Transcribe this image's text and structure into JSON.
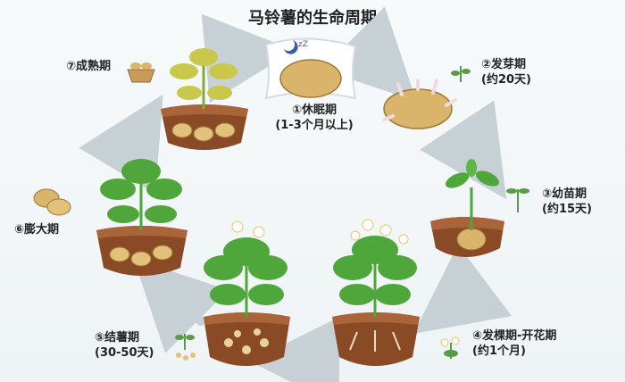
{
  "title": "马铃薯的生命周期",
  "stages": [
    {
      "name": "①休眠期",
      "duration": "(1-3个月以上)"
    },
    {
      "name": "②发芽期",
      "duration": "(约20天)"
    },
    {
      "name": "③幼苗期",
      "duration": "(约15天)"
    },
    {
      "name": "④发棵期-开花期",
      "duration": "(约1个月)"
    },
    {
      "name": "⑤结薯期",
      "duration": "(30-50天)"
    },
    {
      "name": "⑥膨大期",
      "duration": ""
    },
    {
      "name": "⑦成熟期",
      "duration": ""
    }
  ],
  "colors": {
    "soil": "#8a4a25",
    "soil_top": "#a9643a",
    "potato": "#d9b46a",
    "leaf": "#4fa63b",
    "arrow": "#c7d0d4"
  },
  "icons": [
    "pillow-sleep-icon",
    "sprout-icon",
    "seedling-icon",
    "flower-icon",
    "tuber-sprout-icon",
    "potatoes-icon",
    "potato-basket-icon"
  ]
}
